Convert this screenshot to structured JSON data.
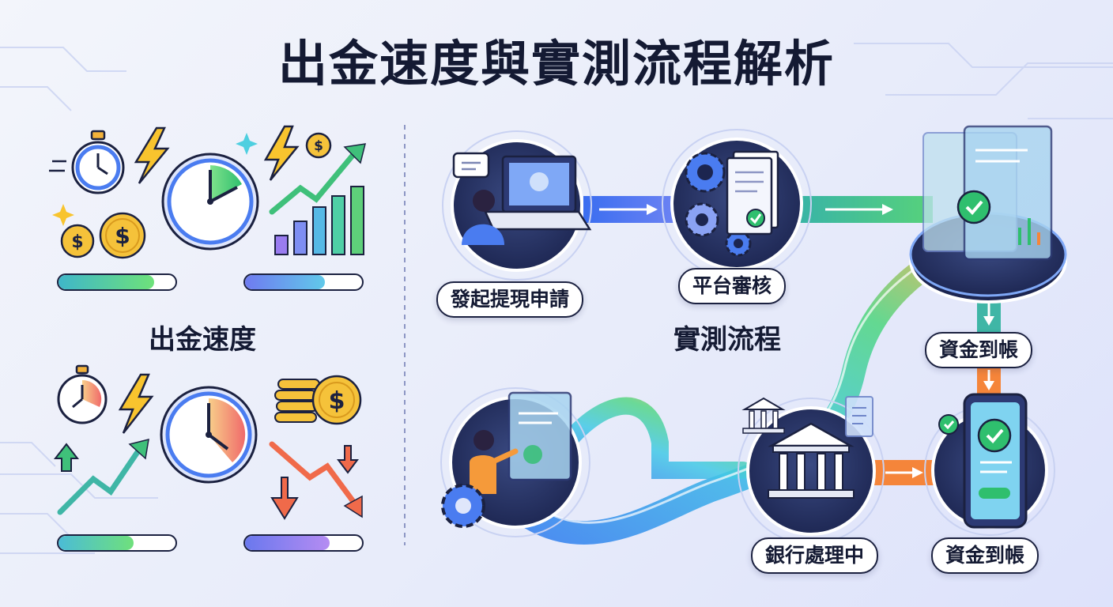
{
  "title": "出金速度與實測流程解析",
  "left_section": {
    "label": "出金速度",
    "progress_bars": [
      {
        "fill": 0.82,
        "color_start": "#3fb6c9",
        "color_end": "#6ee27a"
      },
      {
        "fill": 0.68,
        "color_start": "#6f7bf0",
        "color_end": "#61c9ea"
      },
      {
        "fill": 0.64,
        "color_start": "#4bbcd6",
        "color_end": "#6fe07c"
      },
      {
        "fill": 0.72,
        "color_start": "#6a78ee",
        "color_end": "#b58cf2"
      }
    ]
  },
  "right_section": {
    "label": "實測流程",
    "steps": [
      {
        "label": "發起提現申請"
      },
      {
        "label": "平台審核"
      },
      {
        "label": "資金到帳"
      },
      {
        "label": "銀行處理中"
      },
      {
        "label": "資金到帳"
      }
    ]
  },
  "colors": {
    "arrow_blue": "#4a7cf0",
    "arrow_green": "#3fc07a",
    "arrow_orange": "#f5853a",
    "outline_dark": "#1b2140",
    "check_green": "#2fbf6e",
    "coin_gold": "#f5c23a",
    "bolt_yellow": "#f8c42e"
  }
}
